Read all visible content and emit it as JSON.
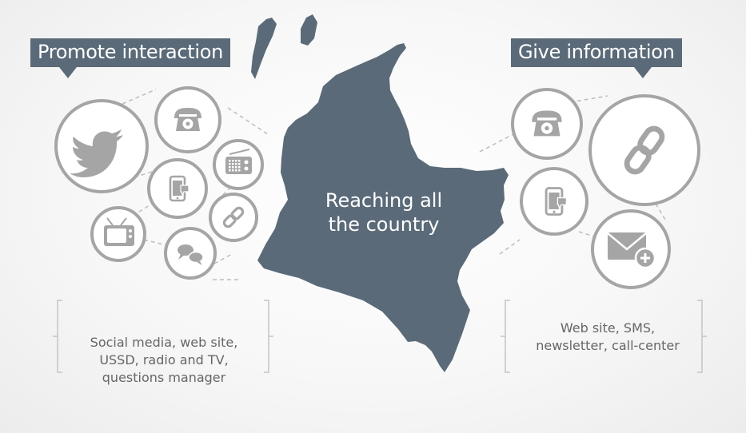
{
  "labels": {
    "left": "Promote interaction",
    "right": "Give information"
  },
  "center": {
    "line1": "Reaching all",
    "line2": "the country"
  },
  "left_description": {
    "line1": "Social media, web site,",
    "line2": "USSD, radio and TV,",
    "line3": "questions manager"
  },
  "right_description": {
    "line1": "Web site, SMS,",
    "line2": "newsletter, call-center"
  },
  "icons": {
    "left": [
      "twitter-icon",
      "telephone-icon",
      "radio-icon",
      "mobile-phone-icon",
      "tv-icon",
      "link-icon",
      "chat-bubbles-icon"
    ],
    "right": [
      "telephone-icon",
      "link-icon",
      "mobile-phone-icon",
      "envelope-plus-icon"
    ]
  },
  "colors": {
    "map": "#5a6a78",
    "label_background": "#5a6a78",
    "icon_gray": "#a5a5a5",
    "text_gray": "#666666"
  }
}
